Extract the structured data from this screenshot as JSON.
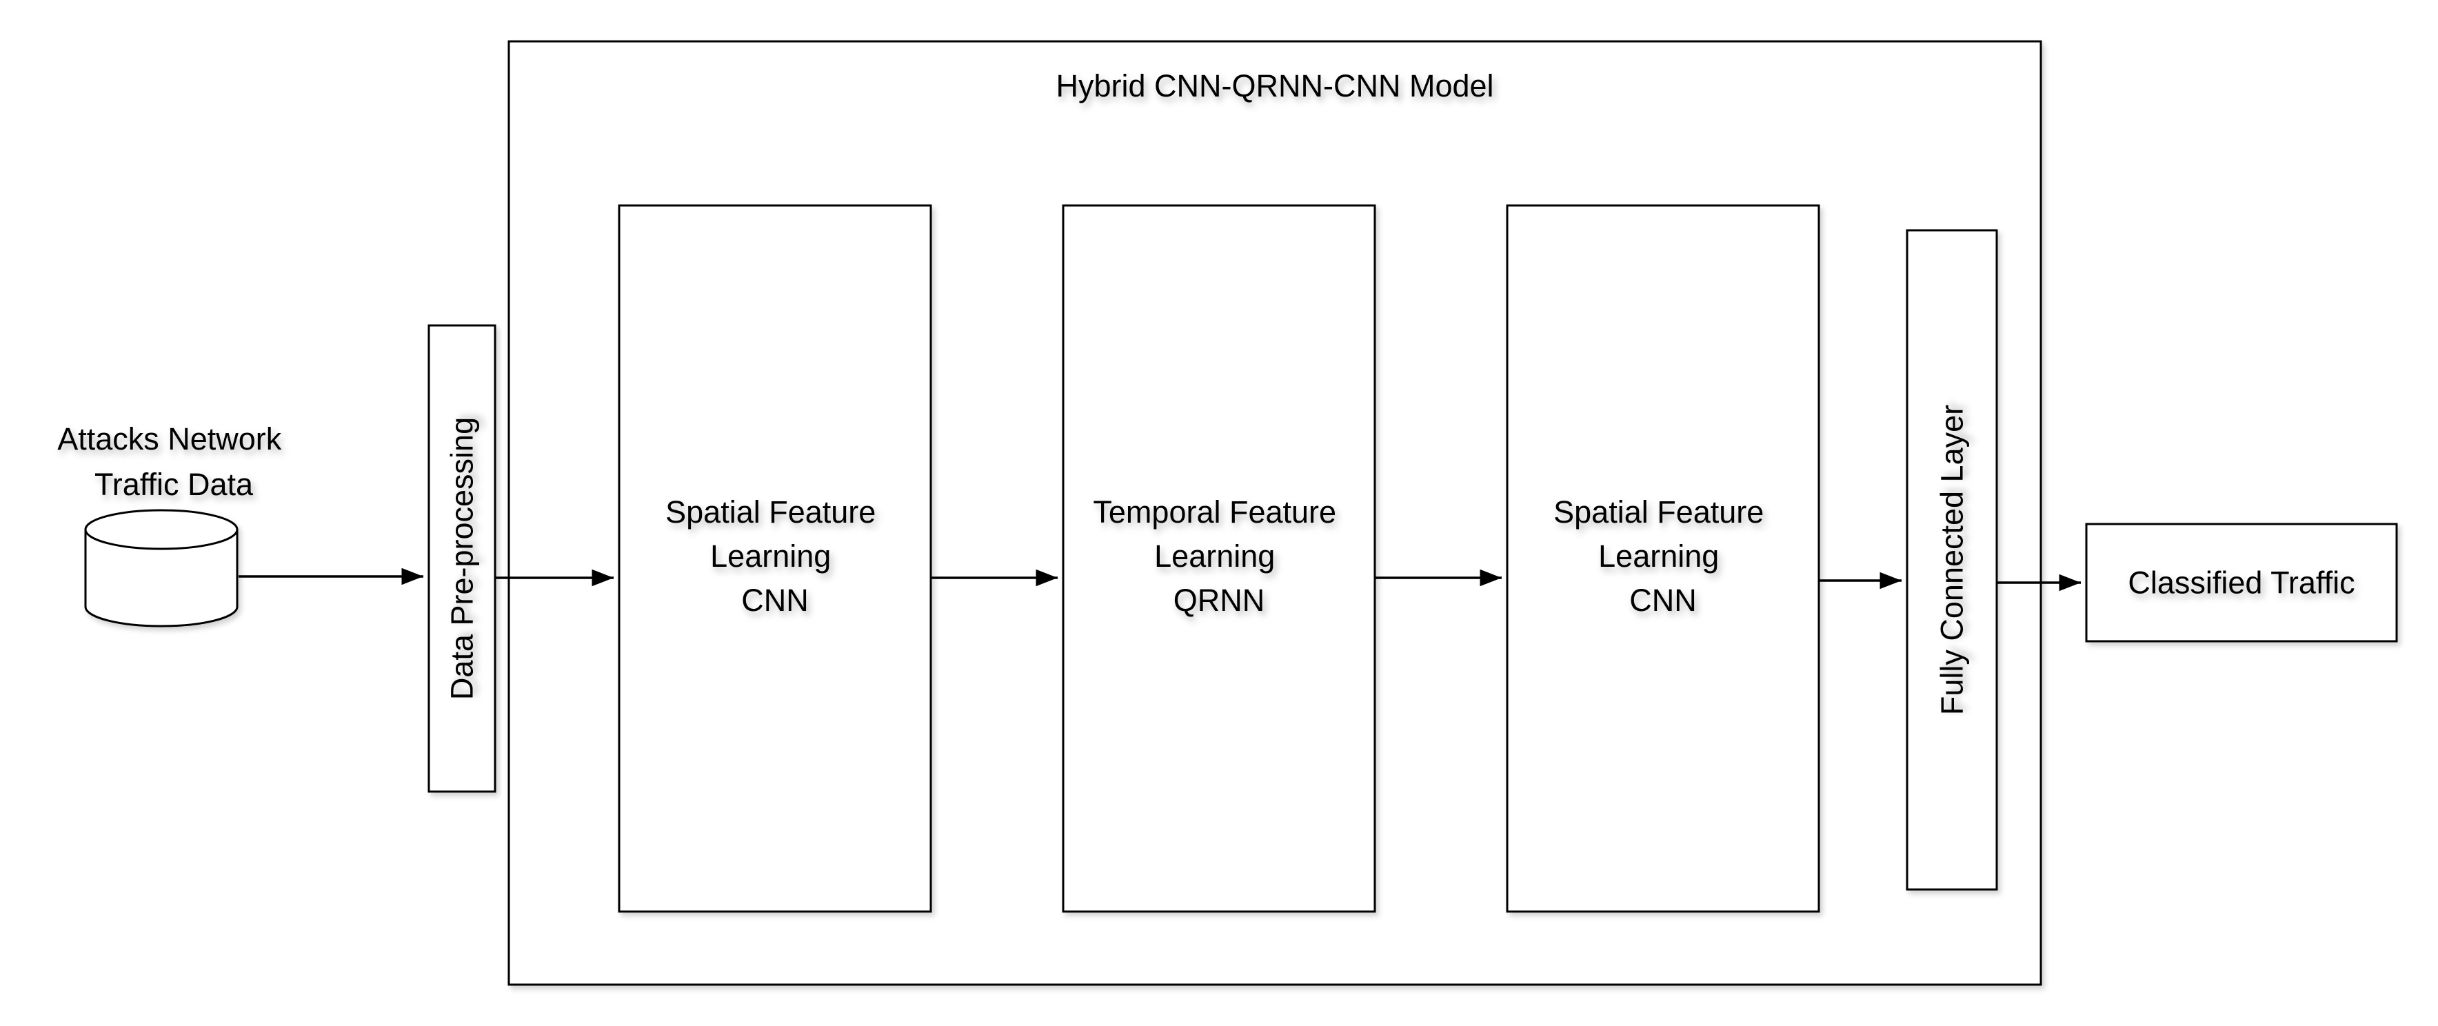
{
  "diagram": {
    "model_title": "Hybrid CNN-QRNN-CNN Model",
    "nodes": {
      "input_data": [
        "Attacks Network",
        "Traffic Data"
      ],
      "preprocessing": "Data Pre-processing",
      "cnn_first": [
        "Spatial Feature",
        "Learning",
        "CNN"
      ],
      "qrnn": [
        "Temporal Feature",
        "Learning",
        "QRNN"
      ],
      "cnn_second": [
        "Spatial Feature",
        "Learning",
        "CNN"
      ],
      "fully_connected": "Fully Connected Layer",
      "output": "Classified Traffic"
    },
    "edges": [
      {
        "from": "input_data",
        "to": "preprocessing"
      },
      {
        "from": "preprocessing",
        "to": "cnn_first"
      },
      {
        "from": "cnn_first",
        "to": "qrnn"
      },
      {
        "from": "qrnn",
        "to": "cnn_second"
      },
      {
        "from": "cnn_second",
        "to": "fully_connected"
      },
      {
        "from": "fully_connected",
        "to": "output"
      }
    ]
  }
}
